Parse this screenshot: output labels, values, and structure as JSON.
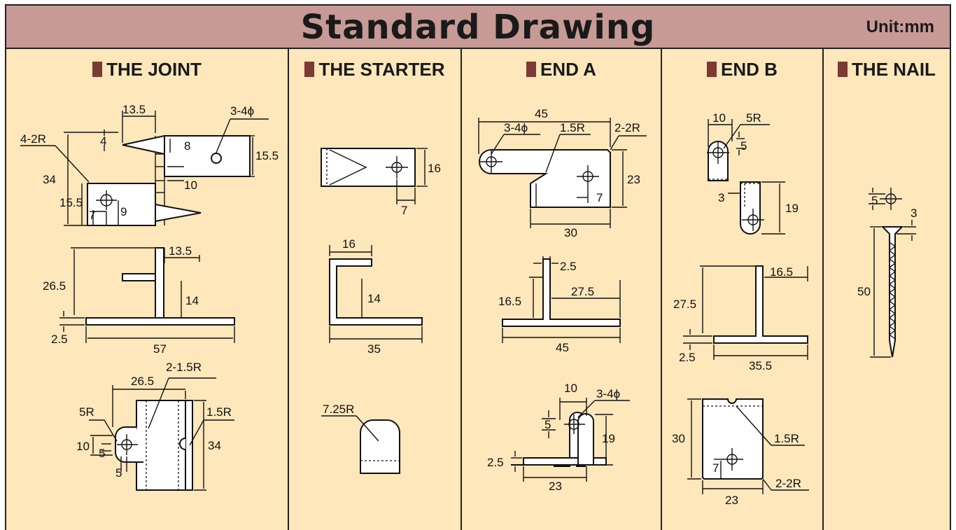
{
  "title": "Standard Drawing",
  "unit": "Unit:mm",
  "panels": [
    {
      "title": "THE JOINT"
    },
    {
      "title": "THE STARTER"
    },
    {
      "title": "END A"
    },
    {
      "title": "END B"
    },
    {
      "title": "THE NAIL"
    }
  ],
  "dims": {
    "joint_top": [
      "13.5",
      "3-4ϕ",
      "4",
      "8",
      "4-2R",
      "15.5",
      "34",
      "10",
      "15.5",
      "7",
      "9"
    ],
    "joint_mid": [
      "13.5",
      "26.5",
      "14",
      "2.5",
      "57"
    ],
    "joint_bot": [
      "26.5",
      "2-1.5R",
      "5R",
      "1.5R",
      "10",
      "5",
      "34",
      "5"
    ],
    "starter": [
      "16",
      "7",
      "16",
      "14",
      "35",
      "7.25R"
    ],
    "enda_top": [
      "45",
      "3-4ϕ",
      "1.5R",
      "2-2R",
      "23",
      "7",
      "30"
    ],
    "enda_mid": [
      "2.5",
      "16.5",
      "27.5",
      "45"
    ],
    "enda_bot": [
      "10",
      "3-4ϕ",
      "5",
      "19",
      "2.5",
      "23"
    ],
    "endb_top": [
      "10",
      "5R",
      "5",
      "3",
      "19"
    ],
    "endb_mid": [
      "16.5",
      "27.5",
      "2.5",
      "35.5"
    ],
    "endb_bot": [
      "30",
      "1.5R",
      "7",
      "23",
      "2-2R"
    ],
    "nail": [
      "5",
      "3",
      "50"
    ]
  }
}
